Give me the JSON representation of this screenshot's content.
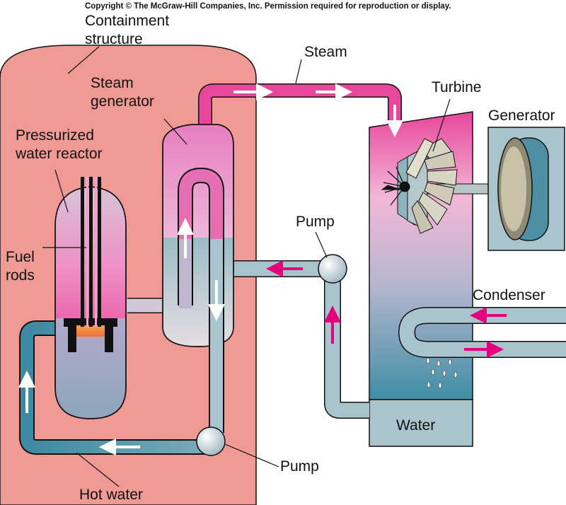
{
  "copyright": "Copyright © The McGraw-Hill Companies, Inc. Permission required for reproduction or display.",
  "labels": {
    "containment_line1": "Containment",
    "containment_line2": "structure",
    "steam": "Steam",
    "steam_generator_line1": "Steam",
    "steam_generator_line2": "generator",
    "turbine": "Turbine",
    "generator": "Generator",
    "reactor_line1": "Pressurized",
    "reactor_line2": "water reactor",
    "fuel_rods_line1": "Fuel",
    "fuel_rods_line2": "rods",
    "pump_top": "Pump",
    "condenser": "Condenser",
    "water": "Water",
    "pump_bottom": "Pump",
    "hot_water": "Hot water"
  },
  "icons": {
    "flow_arrow_magenta": "arrow-icon",
    "flow_arrow_white": "arrow-icon",
    "pump": "pump-icon",
    "turbine": "turbine-icon",
    "generator": "generator-icon"
  },
  "colors": {
    "containment": "#f09a96",
    "steam": "#e8479b",
    "hot_water": "#4a8fa3",
    "cool_water": "#a9c4cc",
    "arrow_magenta": "#e6007e",
    "arrow_white": "#ffffff",
    "core": "#f08a3a"
  }
}
